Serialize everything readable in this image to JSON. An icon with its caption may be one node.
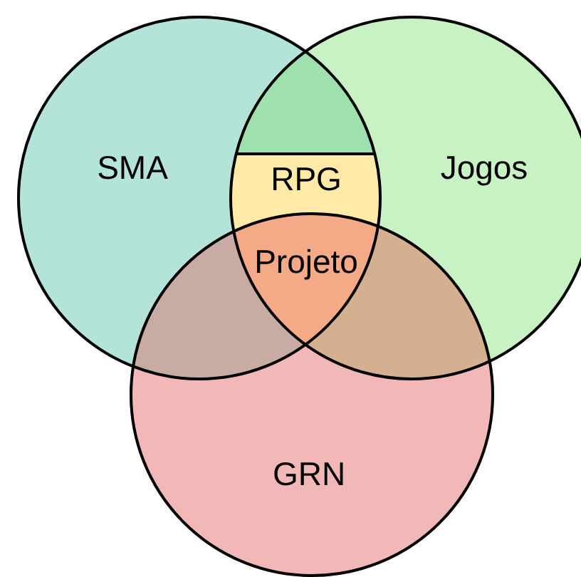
{
  "diagram": {
    "nodes": [
      {
        "text": [
          "SMA"
        ]
      },
      {
        "text": [
          "Jogos"
        ]
      },
      {
        "text": [
          "GRN"
        ]
      },
      {
        "text": [
          "RPG"
        ]
      },
      {
        "text": [
          "Projeto"
        ]
      }
    ]
  }
}
